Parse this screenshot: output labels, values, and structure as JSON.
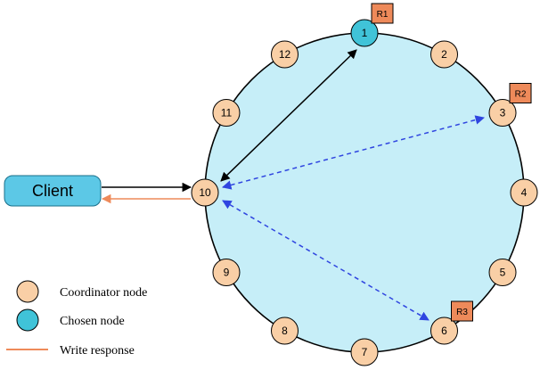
{
  "client": {
    "label": "Client"
  },
  "ring": {
    "nodes": [
      {
        "id": "1",
        "role": "chosen"
      },
      {
        "id": "2",
        "role": "coordinator"
      },
      {
        "id": "3",
        "role": "coordinator"
      },
      {
        "id": "4",
        "role": "coordinator"
      },
      {
        "id": "5",
        "role": "coordinator"
      },
      {
        "id": "6",
        "role": "coordinator"
      },
      {
        "id": "7",
        "role": "coordinator"
      },
      {
        "id": "8",
        "role": "coordinator"
      },
      {
        "id": "9",
        "role": "coordinator"
      },
      {
        "id": "10",
        "role": "coordinator"
      },
      {
        "id": "11",
        "role": "coordinator"
      },
      {
        "id": "12",
        "role": "coordinator"
      }
    ]
  },
  "replicas": [
    {
      "label": "R1",
      "node": "1"
    },
    {
      "label": "R2",
      "node": "3"
    },
    {
      "label": "R3",
      "node": "6"
    }
  ],
  "legend": {
    "coordinator": "Coordinator node",
    "chosen": "Chosen node",
    "write_response": "Write response"
  },
  "colors": {
    "ring_fill": "#c6eef8",
    "ring_stroke": "#000000",
    "coordinator_fill": "#f9cfa6",
    "chosen_fill": "#40c3d8",
    "replica_fill": "#ee8a5a",
    "client_fill": "#5cc8e6",
    "response_arrow": "#ee8a5a",
    "replica_arrow": "#2f45e0",
    "request_arrow": "#000000"
  }
}
